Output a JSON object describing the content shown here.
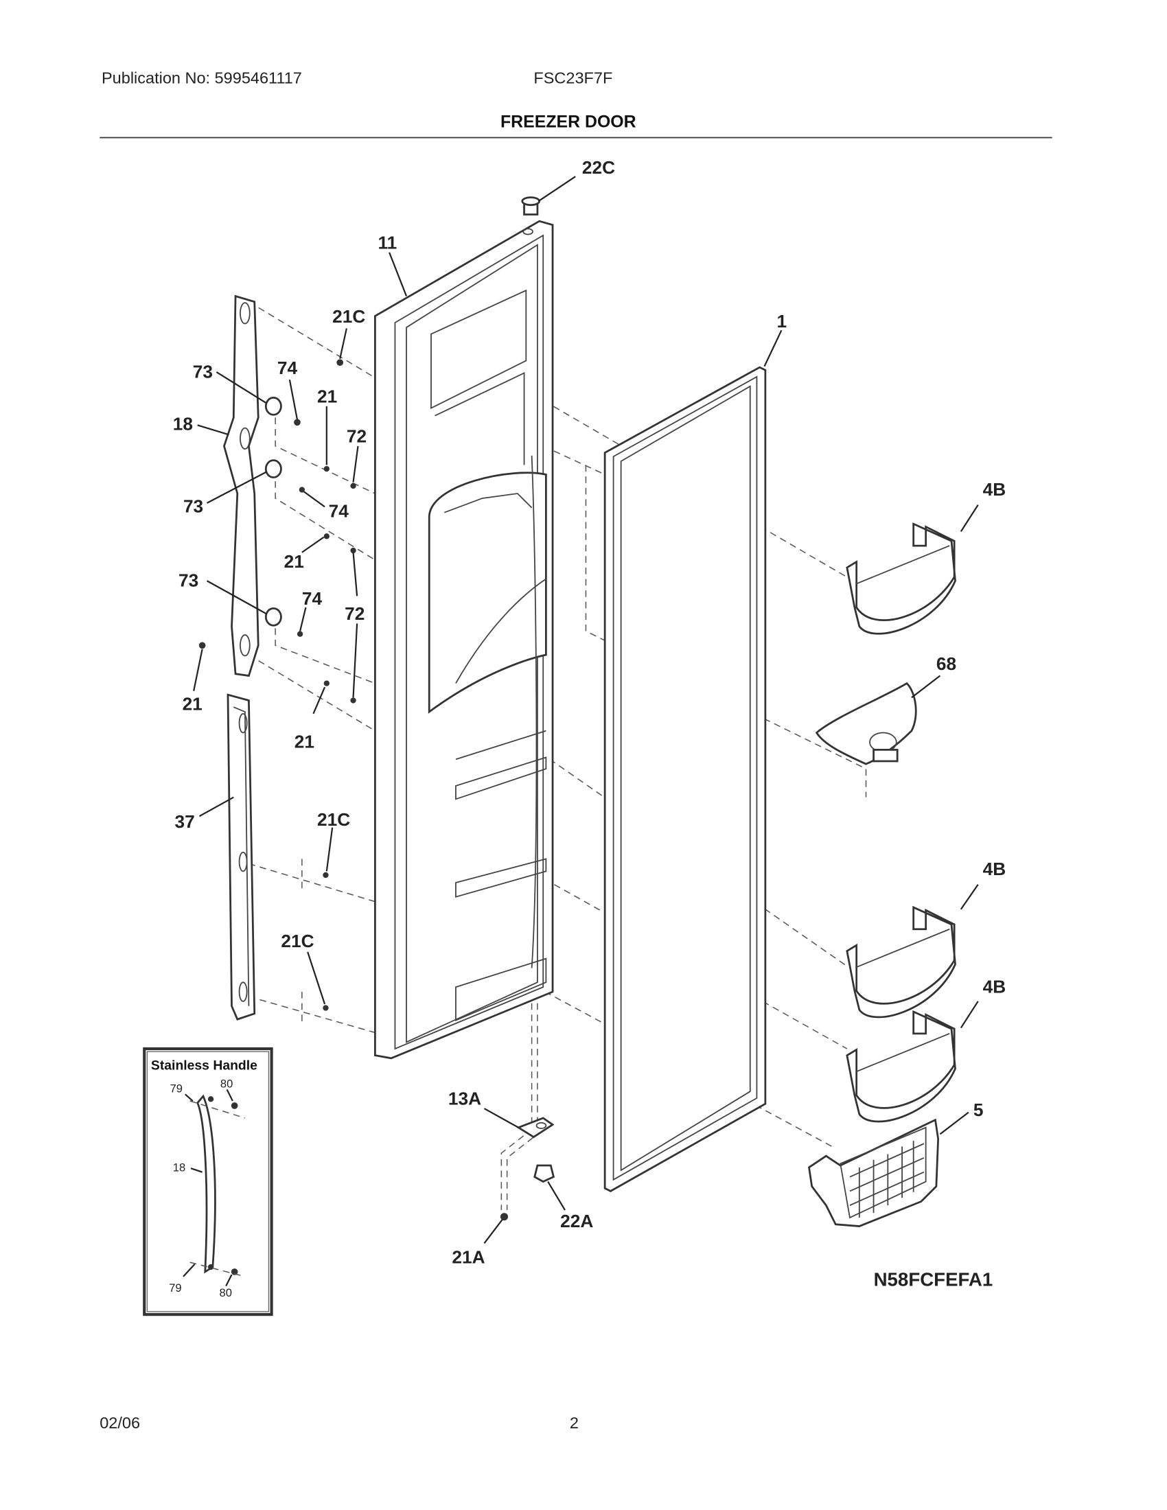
{
  "header": {
    "publication": "Publication No: 5995461117",
    "model": "FSC23F7F",
    "title": "FREEZER DOOR"
  },
  "diagram": {
    "code": "N58FCFEFA1",
    "callouts": [
      {
        "id": "22C",
        "text": "22C"
      },
      {
        "id": "11",
        "text": "11"
      },
      {
        "id": "21C-top",
        "text": "21C"
      },
      {
        "id": "1",
        "text": "1"
      },
      {
        "id": "73-a",
        "text": "73"
      },
      {
        "id": "74-a",
        "text": "74"
      },
      {
        "id": "21-a",
        "text": "21"
      },
      {
        "id": "18",
        "text": "18"
      },
      {
        "id": "72-a",
        "text": "72"
      },
      {
        "id": "73-b",
        "text": "73"
      },
      {
        "id": "74-b",
        "text": "74"
      },
      {
        "id": "4B-a",
        "text": "4B"
      },
      {
        "id": "21-b",
        "text": "21"
      },
      {
        "id": "73-c",
        "text": "73"
      },
      {
        "id": "74-c",
        "text": "74"
      },
      {
        "id": "72-b",
        "text": "72"
      },
      {
        "id": "68",
        "text": "68"
      },
      {
        "id": "21-c",
        "text": "21"
      },
      {
        "id": "21-d",
        "text": "21"
      },
      {
        "id": "37",
        "text": "37"
      },
      {
        "id": "21C-mid",
        "text": "21C"
      },
      {
        "id": "4B-b",
        "text": "4B"
      },
      {
        "id": "21C-low",
        "text": "21C"
      },
      {
        "id": "4B-c",
        "text": "4B"
      },
      {
        "id": "13A",
        "text": "13A"
      },
      {
        "id": "5",
        "text": "5"
      },
      {
        "id": "22A",
        "text": "22A"
      },
      {
        "id": "21A",
        "text": "21A"
      }
    ],
    "inset": {
      "title": "Stainless Handle",
      "labels": [
        {
          "id": "79-top",
          "text": "79"
        },
        {
          "id": "80-top",
          "text": "80"
        },
        {
          "id": "18",
          "text": "18"
        },
        {
          "id": "79-bottom",
          "text": "79"
        },
        {
          "id": "80-bottom",
          "text": "80"
        }
      ]
    }
  },
  "footer": {
    "date": "02/06",
    "page": "2"
  }
}
